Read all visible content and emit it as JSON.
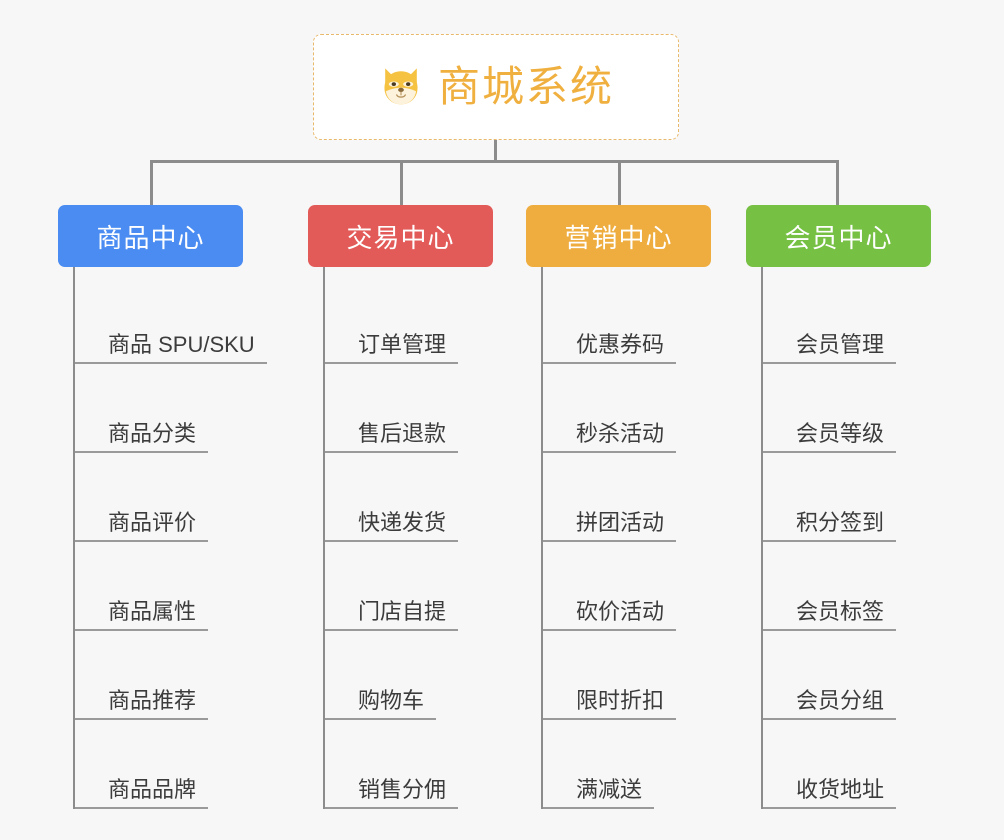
{
  "diagram": {
    "background_color": "#f7f7f7",
    "line_color": "#8c8c8c",
    "root": {
      "icon": "shiba-inu-dog-face-emoji",
      "title": "商城系统",
      "title_color": "#f0b040",
      "border_color": "#e9b96b",
      "border_style": "dashed"
    },
    "columns": [
      {
        "category": "商品中心",
        "color": "#4a8cf2",
        "items": [
          "商品 SPU/SKU",
          "商品分类",
          "商品评价",
          "商品属性",
          "商品推荐",
          "商品品牌"
        ]
      },
      {
        "category": "交易中心",
        "color": "#e25b58",
        "items": [
          "订单管理",
          "售后退款",
          "快递发货",
          "门店自提",
          "购物车",
          "销售分佣"
        ]
      },
      {
        "category": "营销中心",
        "color": "#eead3e",
        "items": [
          "优惠券码",
          "秒杀活动",
          "拼团活动",
          "砍价活动",
          "限时折扣",
          "满减送"
        ]
      },
      {
        "category": "会员中心",
        "color": "#76c043",
        "items": [
          "会员管理",
          "会员等级",
          "积分签到",
          "会员标签",
          "会员分组",
          "收货地址"
        ]
      }
    ]
  }
}
